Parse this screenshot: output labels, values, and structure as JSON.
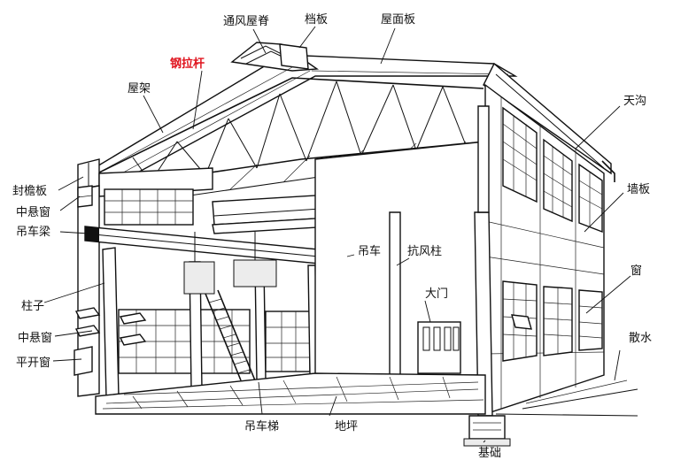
{
  "labels": {
    "vent_ridge": "通风屋脊",
    "baffle": "档板",
    "roof_panel": "屋面板",
    "steel_tie_rod": "钢拉杆",
    "roof_truss": "屋架",
    "gutter": "天沟",
    "eave_board": "封檐板",
    "center_pivot_window_upper": "中悬窗",
    "wall_panel": "墙板",
    "crane_beam": "吊车梁",
    "crane": "吊车",
    "wind_column": "抗风柱",
    "window": "窗",
    "column": "柱子",
    "main_door": "大门",
    "center_pivot_window_lower": "中悬窗",
    "apron": "散水",
    "casement_window": "平开窗",
    "crane_ladder": "吊车梯",
    "ground_floor": "地坪",
    "foundation": "基础"
  },
  "colors": {
    "line": "#111111",
    "highlight_label": "#e0141e"
  }
}
